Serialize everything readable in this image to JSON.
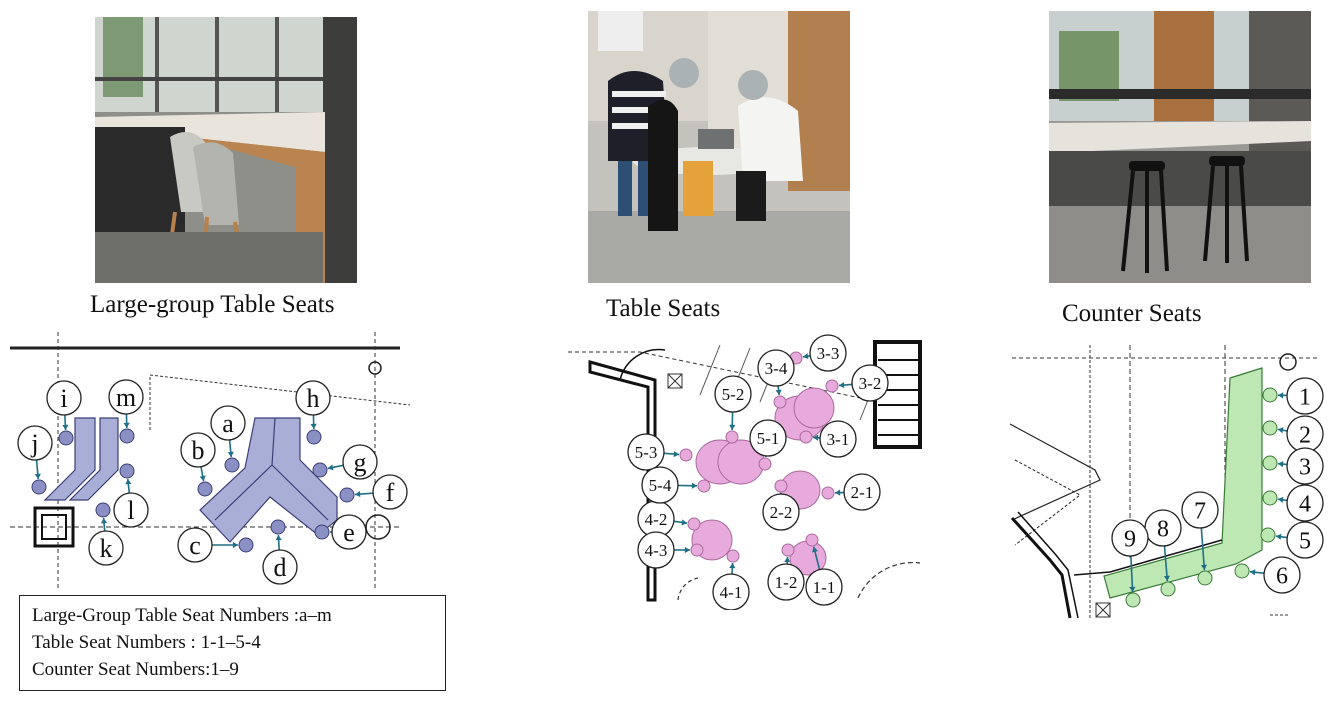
{
  "captions": {
    "large_group": "Large-group Table Seats",
    "table": "Table Seats",
    "counter": "Counter Seats"
  },
  "legend": {
    "line1": "Large-Group Table Seat Numbers :a–m",
    "line2": "Table Seat Numbers : 1-1–5-4",
    "line3": "Counter Seat Numbers:1–9"
  },
  "large_group_seats": [
    "a",
    "b",
    "c",
    "d",
    "e",
    "f",
    "g",
    "h",
    "i",
    "j",
    "k",
    "l",
    "m"
  ],
  "table_seats": [
    "1-1",
    "1-2",
    "2-1",
    "2-2",
    "3-1",
    "3-2",
    "3-3",
    "3-4",
    "4-1",
    "4-2",
    "4-3",
    "5-1",
    "5-2",
    "5-3",
    "5-4"
  ],
  "counter_seats": [
    "1",
    "2",
    "3",
    "4",
    "5",
    "6",
    "7",
    "8",
    "9"
  ],
  "colors": {
    "large_group_fill": "#a9aed6",
    "large_group_seat": "#8a90c4",
    "table_fill": "#e8a9dc",
    "counter_fill": "#bde8b4",
    "arrow": "#1f6f86"
  }
}
